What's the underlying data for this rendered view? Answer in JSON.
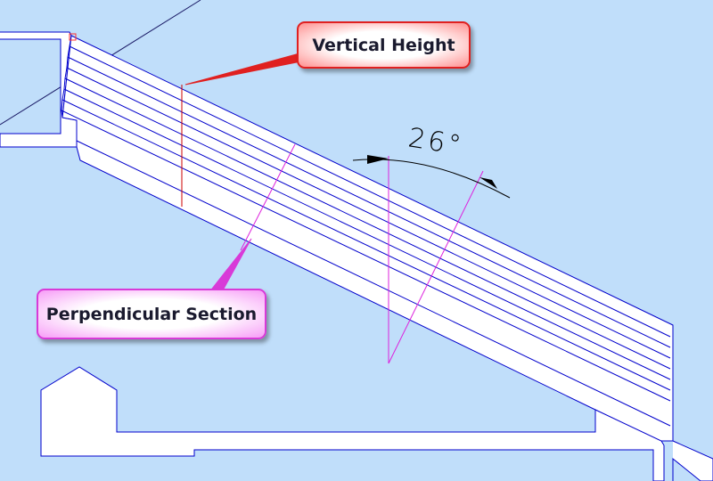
{
  "callouts": {
    "vertical_height": "Vertical Height",
    "perpendicular_section": "Perpendicular Section"
  },
  "dimension": {
    "angle_text": "26°"
  },
  "colors": {
    "background": "#c0defa",
    "outline": "#0000cc",
    "vertical_line": "#cc0000",
    "perpendicular_line": "#dd22dd",
    "callout_red_border": "#e02020",
    "callout_pink_border": "#d83ad8"
  }
}
